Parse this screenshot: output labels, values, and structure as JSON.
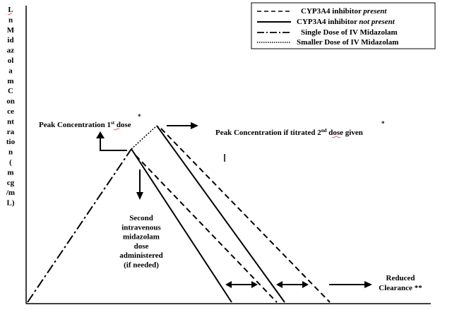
{
  "legend": {
    "items": [
      {
        "style": "dashed",
        "text": "CYP3A4 inhibitor ",
        "emphasis": "present"
      },
      {
        "style": "solid",
        "text": "CYP3A4 inhibitor ",
        "emphasis": "not present"
      },
      {
        "style": "dash-dot",
        "text": "Single Dose of IV Midazolam",
        "emphasis": ""
      },
      {
        "style": "dotted",
        "text": "Smaller Dose of IV Midazolam",
        "emphasis": ""
      }
    ]
  },
  "y_axis": {
    "lines": [
      "L",
      "n",
      "M",
      "id",
      "az",
      "ol",
      "a",
      "m",
      "C",
      "on",
      "ce",
      "nt",
      "ra",
      "tio",
      "n",
      "(",
      "m",
      "cg",
      "/m",
      "L)"
    ]
  },
  "annotations": {
    "peak1_text": "Peak Concentration 1",
    "peak1_sup": "st",
    "peak1_tail": " dose",
    "peak1_mark": "*",
    "peak2_text": "Peak Concentration if titrated 2",
    "peak2_sup": "nd",
    "peak2_tail": " dose given",
    "peak2_mark": "*",
    "second_dose": [
      "Second",
      "intravenous",
      "midazolam",
      "dose",
      "administered",
      "(if needed)"
    ],
    "reduced": [
      "Reduced",
      "Clearance **"
    ]
  },
  "colors": {
    "line": "#000000",
    "squiggle": "#e03030"
  }
}
